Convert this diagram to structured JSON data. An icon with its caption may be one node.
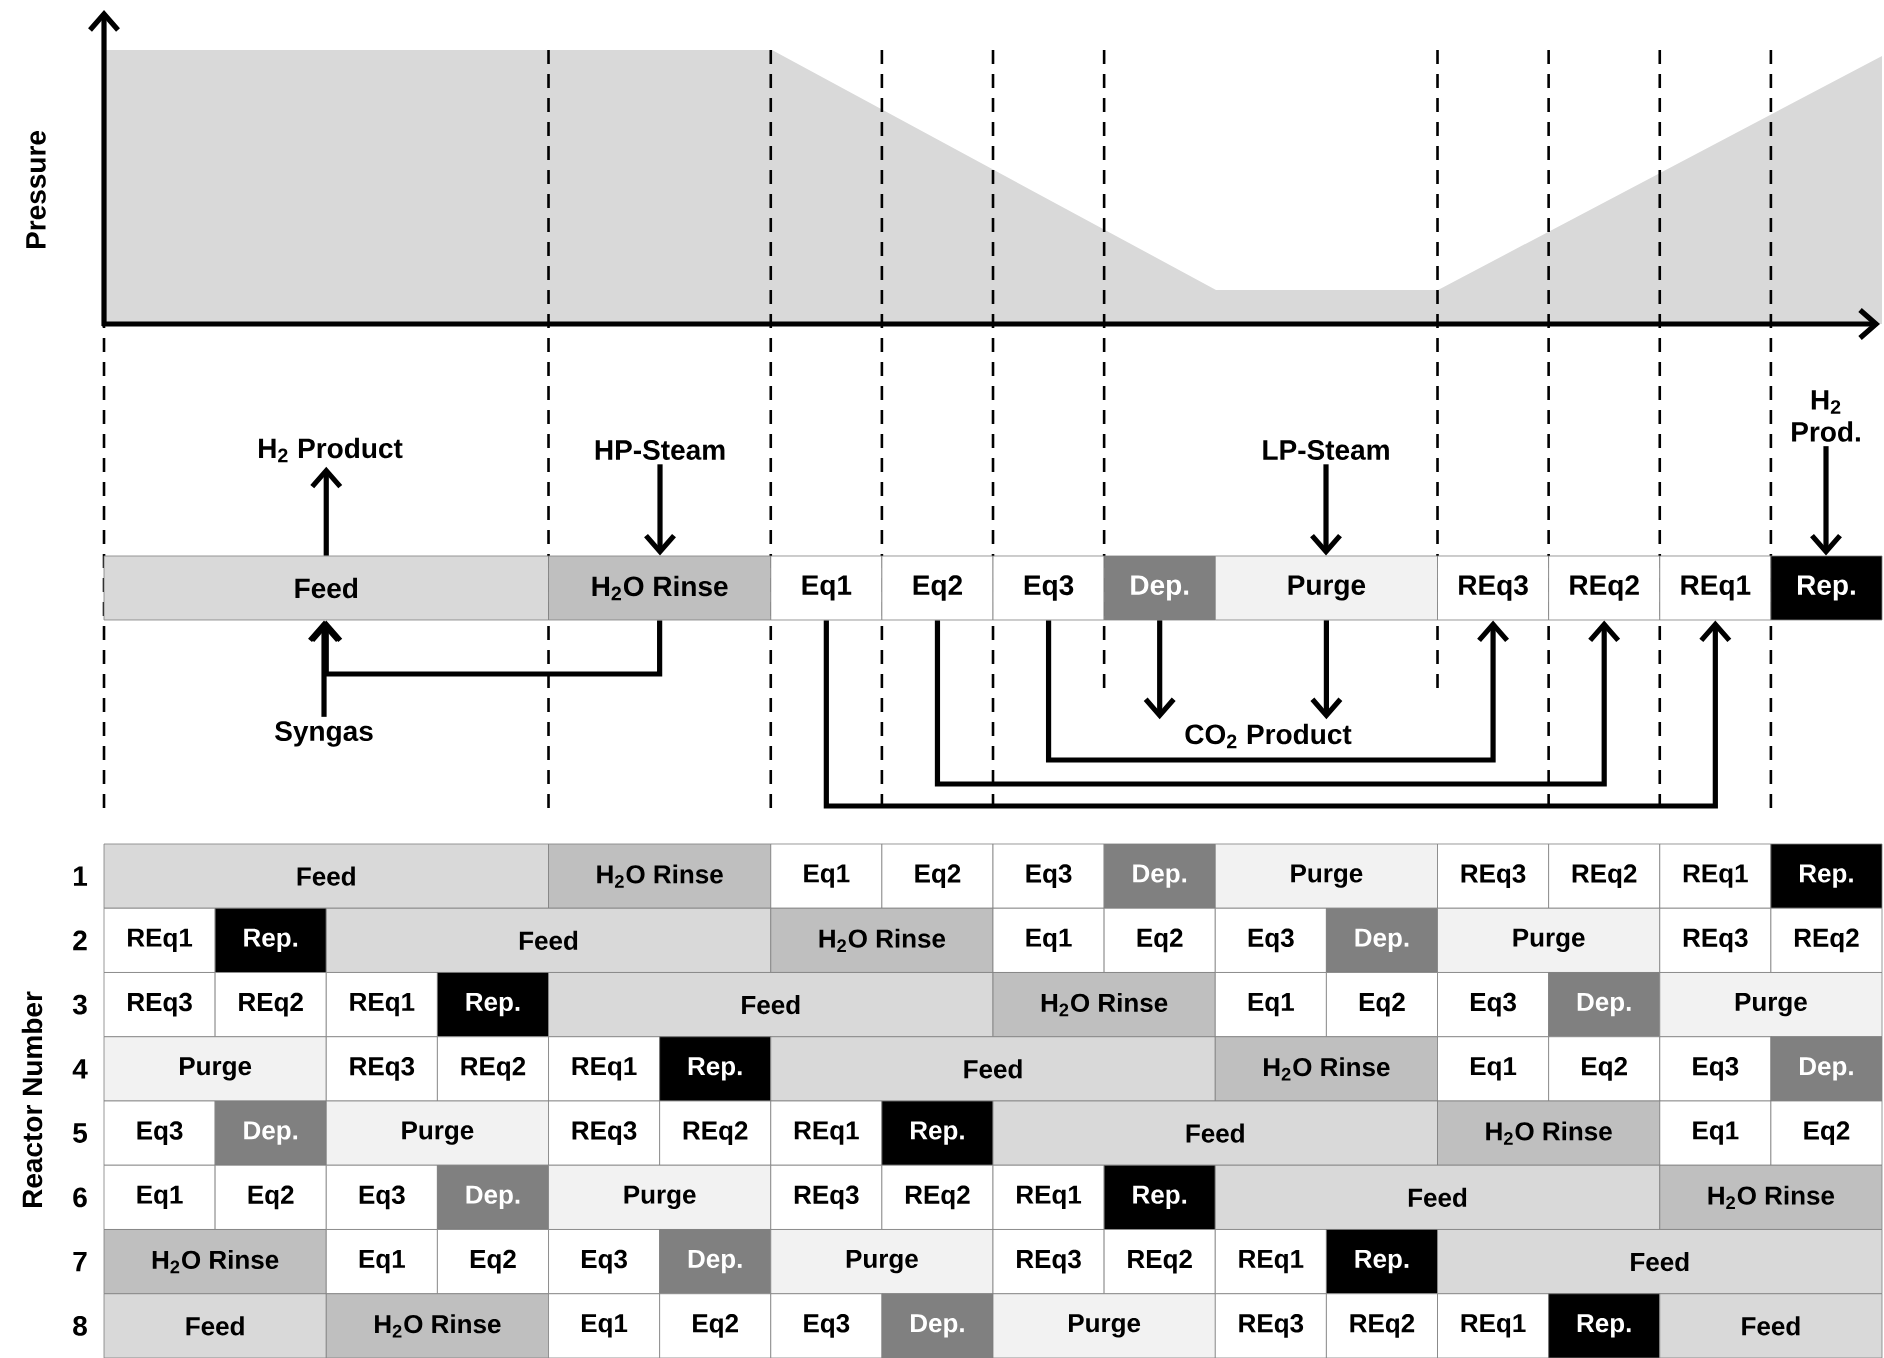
{
  "diagram": {
    "nodes": [
      {
        "text": [
          "H$_{2}$ Product"
        ]
      },
      {
        "text": [
          "HP-Steam"
        ]
      },
      {
        "text": [
          "LP-Steam"
        ]
      },
      {
        "text": [
          "H$_{2}$ Prod."
        ]
      },
      {
        "text": [
          "Feed"
        ]
      },
      {
        "text": [
          "H$_{2}$O Rinse"
        ]
      },
      {
        "text": [
          "Eq1"
        ]
      },
      {
        "text": [
          "Eq2"
        ]
      },
      {
        "text": [
          "Eq3"
        ]
      },
      {
        "text": [
          "Dep."
        ]
      },
      {
        "text": [
          "Purge"
        ]
      },
      {
        "text": [
          "REq3"
        ]
      },
      {
        "text": [
          "REq2"
        ]
      },
      {
        "text": [
          "REq1"
        ]
      },
      {
        "text": [
          "Rep."
        ]
      },
      {
        "text": [
          "Syngas"
        ]
      },
      {
        "text": [
          "CO$_{2}$ Product"
        ]
      }
    ],
    "edges": [
      {
        "from": 4,
        "to": 0,
        "arrow": "to"
      },
      {
        "from": 1,
        "to": 5,
        "arrow": "to"
      },
      {
        "from": 2,
        "to": 10,
        "arrow": "to"
      },
      {
        "from": 3,
        "to": 14,
        "arrow": "to"
      },
      {
        "from": 15,
        "to": 4,
        "arrow": "to"
      },
      {
        "from": 5,
        "to": 4,
        "arrow": "to"
      },
      {
        "from": 9,
        "to": 16,
        "arrow": "to"
      },
      {
        "from": 10,
        "to": 16,
        "arrow": "to"
      },
      {
        "from": 8,
        "to": 11,
        "arrow": "to"
      },
      {
        "from": 7,
        "to": 12,
        "arrow": "to"
      },
      {
        "from": 6,
        "to": 13,
        "arrow": "to"
      }
    ],
    "labels": [
      "Pressure",
      "Reactor Number",
      "1",
      "Feed",
      "H$_{2}$O Rinse",
      "Eq1",
      "Eq2",
      "Eq3",
      "Dep.",
      "Purge",
      "REq3",
      "REq2",
      "REq1",
      "Rep.",
      "2",
      "REq1",
      "Rep.",
      "Feed",
      "H$_{2}$O Rinse",
      "Eq1",
      "Eq2",
      "Eq3",
      "Dep.",
      "Purge",
      "REq3",
      "REq2",
      "3",
      "REq3",
      "REq2",
      "REq1",
      "Rep.",
      "Feed",
      "H$_{2}$O Rinse",
      "Eq1",
      "Eq2",
      "Eq3",
      "Dep.",
      "Purge",
      "4",
      "Purge",
      "REq3",
      "REq2",
      "REq1",
      "Rep.",
      "Feed",
      "H$_{2}$O Rinse",
      "Eq1",
      "Eq2",
      "Eq3",
      "Dep.",
      "5",
      "Eq3",
      "Dep.",
      "Purge",
      "REq3",
      "REq2",
      "REq1",
      "Rep.",
      "Feed",
      "H$_{2}$O Rinse",
      "Eq1",
      "Eq2",
      "6",
      "Eq1",
      "Eq2",
      "Eq3",
      "Dep.",
      "Purge",
      "REq3",
      "REq2",
      "REq1",
      "Rep.",
      "Feed",
      "H$_{2}$O Rinse",
      "7",
      "H$_{2}$O Rinse",
      "Eq1",
      "Eq2",
      "Eq3",
      "Dep.",
      "Purge",
      "REq3",
      "REq2",
      "REq1",
      "Rep.",
      "Feed",
      "8",
      "Feed",
      "H$_{2}$O Rinse",
      "Eq1",
      "Eq2",
      "Eq3",
      "Dep.",
      "Purge",
      "REq3",
      "REq2",
      "REq1",
      "Rep.",
      "Feed"
    ]
  }
}
